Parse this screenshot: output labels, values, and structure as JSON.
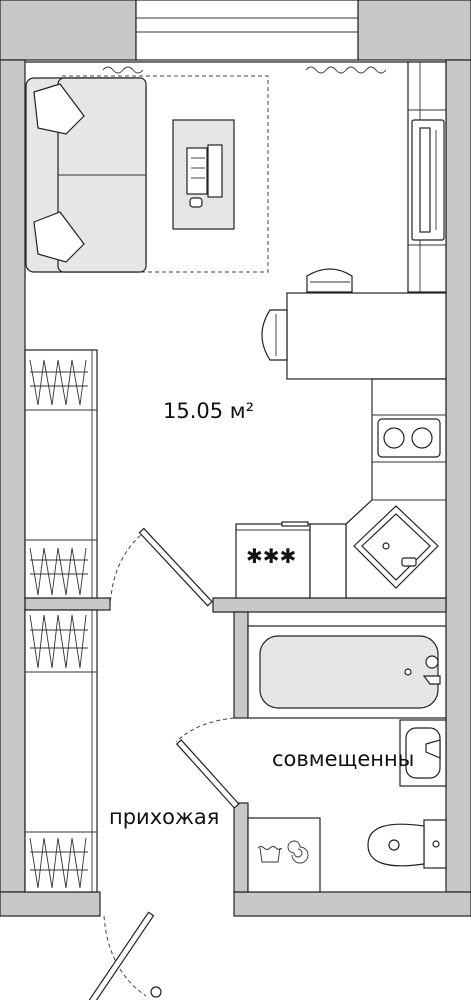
{
  "plan": {
    "area_label": "15.05 м²",
    "rooms": {
      "hallway": "прихожая",
      "bathroom": "совмещенны"
    },
    "colors": {
      "wall": "#c8c8c8",
      "outline": "#222222",
      "furniture_fill": "#e6e6e6"
    },
    "icons": [
      "sofa-icon",
      "laptop-icon",
      "chair-icon",
      "stove-icon",
      "sink-icon",
      "bathtub-icon",
      "toilet-icon",
      "washing-machine-icon",
      "tv-icon"
    ]
  }
}
